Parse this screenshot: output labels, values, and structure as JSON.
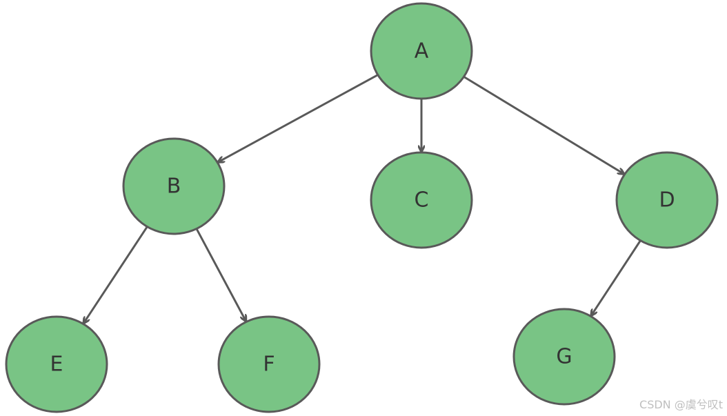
{
  "diagram": {
    "type": "tree",
    "colors": {
      "node_fill": "#79c485",
      "node_stroke": "#595959",
      "edge": "#595959",
      "label": "#333333"
    },
    "nodes": [
      {
        "id": "A",
        "label": "A"
      },
      {
        "id": "B",
        "label": "B"
      },
      {
        "id": "C",
        "label": "C"
      },
      {
        "id": "D",
        "label": "D"
      },
      {
        "id": "E",
        "label": "E"
      },
      {
        "id": "F",
        "label": "F"
      },
      {
        "id": "G",
        "label": "G"
      }
    ],
    "edges": [
      {
        "from": "A",
        "to": "B"
      },
      {
        "from": "A",
        "to": "C"
      },
      {
        "from": "A",
        "to": "D"
      },
      {
        "from": "B",
        "to": "E"
      },
      {
        "from": "B",
        "to": "F"
      },
      {
        "from": "D",
        "to": "G"
      }
    ]
  },
  "watermark": {
    "text": "CSDN @虞兮叹t"
  }
}
